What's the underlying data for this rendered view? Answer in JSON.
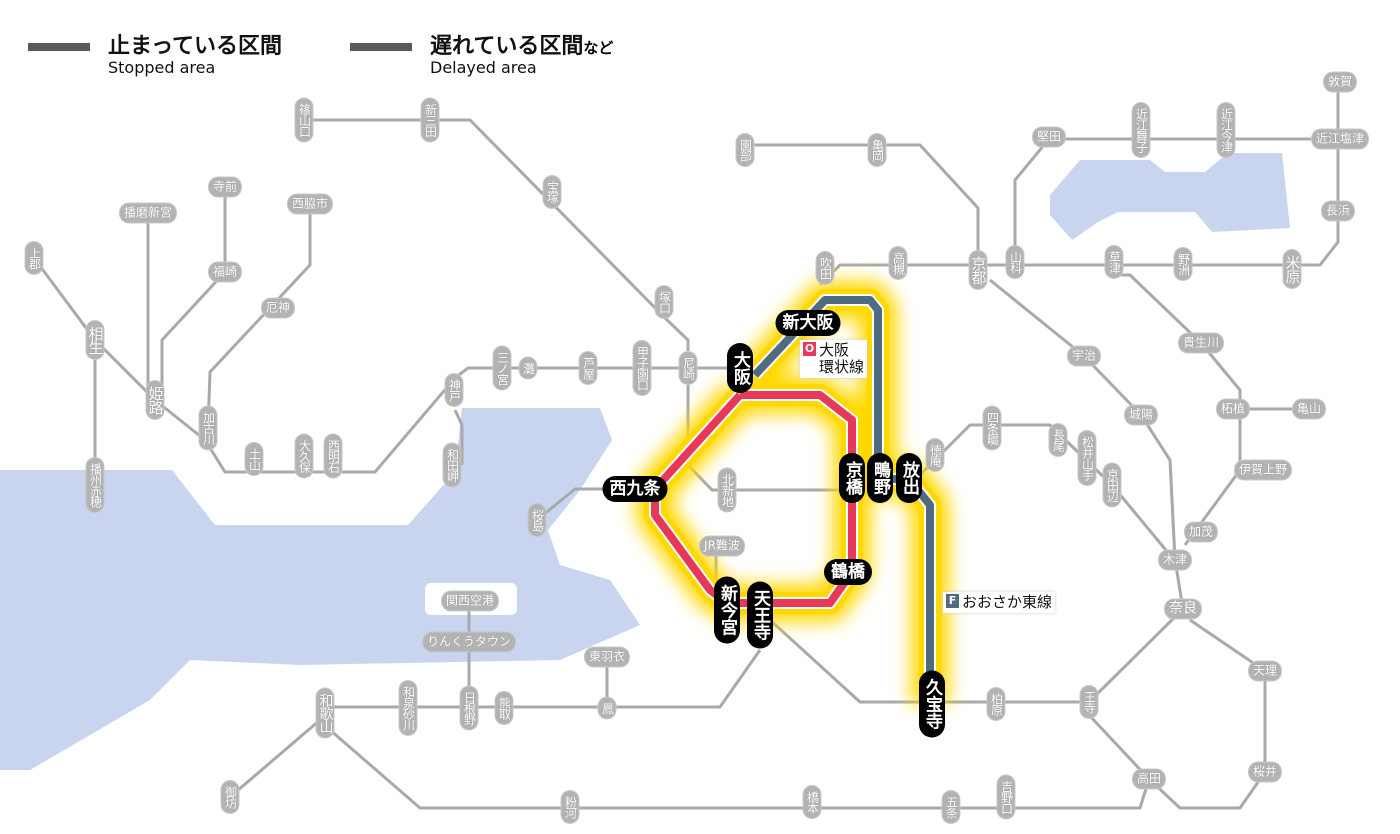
{
  "legend": {
    "stopped_jp": "止まっている区間",
    "stopped_en": "Stopped area",
    "delayed_jp": "遅れている区間",
    "delayed_suffix": "など",
    "delayed_en": "Delayed area"
  },
  "colors": {
    "water": "#c9d5ef",
    "line_gray": "#a9a9a9",
    "loop_line": "#e8385a",
    "east_line": "#4f6b82",
    "delay_glow": "#ffd800",
    "stopped": "#5a5a5a"
  },
  "line_labels": {
    "loop": {
      "badge": "O",
      "line1": "大阪",
      "line2": "環状線"
    },
    "east": {
      "badge": "F",
      "name": "おおさか東線"
    }
  },
  "stations": [
    "篠山口",
    "新三田",
    "宝塚",
    "塚口",
    "尼崎",
    "甲子園口",
    "芦屋",
    "灘",
    "三ノ宮",
    "神戸",
    "和田岬",
    "西明石",
    "大久保",
    "土山",
    "加古川",
    "姫路",
    "相生",
    "上郡",
    "播州赤穂",
    "播磨新宮",
    "寺前",
    "福崎",
    "西脇市",
    "厄神",
    "桜島",
    "北新地",
    "JR難波",
    "関西空港",
    "りんくうタウン",
    "東羽衣",
    "鳳",
    "熊取",
    "日根野",
    "和泉砂川",
    "和歌山",
    "御坊",
    "粉河",
    "橋本",
    "五条",
    "吉野口",
    "高田",
    "桜井",
    "天理",
    "奈良",
    "王寺",
    "柏原",
    "木津",
    "加茂",
    "伊賀上野",
    "柘植",
    "亀山",
    "貴生川",
    "京田辺",
    "松井山手",
    "長尾",
    "四条畷",
    "徳庵",
    "城陽",
    "宇治",
    "京都",
    "山科",
    "高槻",
    "吹田",
    "亀岡",
    "園部",
    "堅田",
    "近江舞子",
    "近江今津",
    "近江塩津",
    "敦賀",
    "長浜",
    "米原",
    "野洲",
    "草津"
  ],
  "affected_stations": [
    "大阪",
    "新大阪",
    "西九条",
    "京橋",
    "鴫野",
    "放出",
    "鶴橋",
    "新今宮",
    "天王寺",
    "久宝寺"
  ]
}
